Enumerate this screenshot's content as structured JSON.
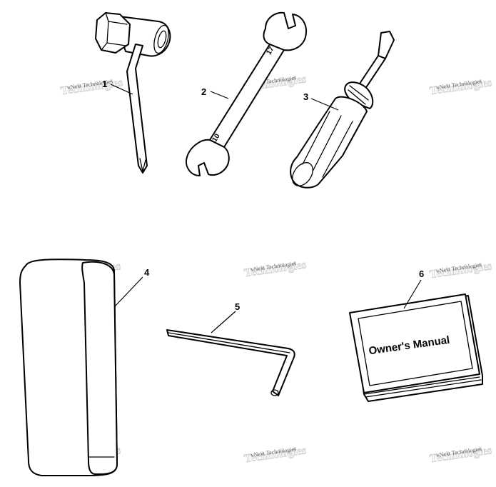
{
  "callouts": [
    "1",
    "2",
    "3",
    "4",
    "5",
    "6"
  ],
  "parts": [
    "spark-plug-socket-wrench",
    "open-end-wrench",
    "screwdriver",
    "tool-pouch",
    "hex-key-wrench",
    "owners-manual-booklet"
  ],
  "wrench_markings": {
    "top": "17",
    "bottom": "10"
  },
  "manual_title": "Owner's Manual",
  "watermark": "vNext Technologies"
}
